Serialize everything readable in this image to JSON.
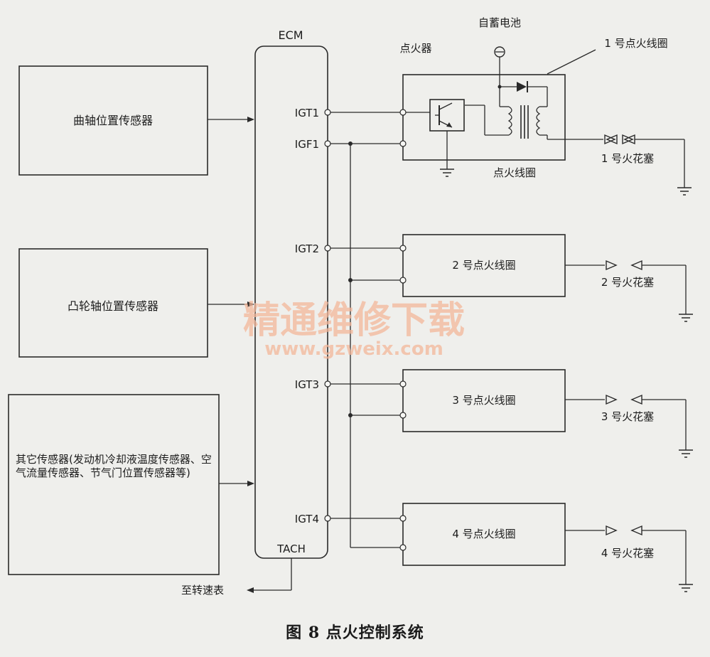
{
  "ecm": {
    "label": "ECM",
    "pins": {
      "igt1": "IGT1",
      "igf1": "IGF1",
      "igt2": "IGT2",
      "igt3": "IGT3",
      "igt4": "IGT4",
      "tach": "TACH"
    },
    "tach_output": "至转速表"
  },
  "sensors": {
    "crank": "曲轴位置传感器",
    "cam": "凸轮轴位置传感器",
    "other": "其它传感器(发动机冷却液温度传感器、空气流量传感器、节气门位置传感器等)"
  },
  "ignition": {
    "igniter_label": "点火器",
    "battery_label": "自蓄电池",
    "coil1_callout": "1 号点火线圈",
    "coil_label": "点火线圈",
    "coils": [
      "2 号点火线圈",
      "3 号点火线圈",
      "4 号点火线圈"
    ],
    "plugs": [
      "1 号火花塞",
      "2 号火花塞",
      "3 号火花塞",
      "4 号火花塞"
    ]
  },
  "watermark": {
    "title": "精通维修下载",
    "url": "www.gzweix.com"
  },
  "caption": "图 8    点火控制系统"
}
